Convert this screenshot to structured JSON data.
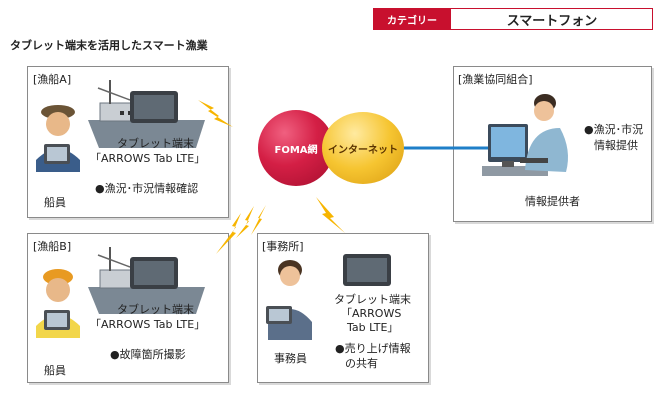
{
  "category": {
    "label": "カテゴリー",
    "value": "スマートフォン"
  },
  "title": "タブレット端末を活用したスマート漁業",
  "boat_a": {
    "label": "[漁船A]",
    "device_line1": "タブレット端末",
    "device_line2": "「ARROWS Tab LTE」",
    "use": "●漁況･市況情報確認",
    "person": "船員"
  },
  "boat_b": {
    "label": "[漁船B]",
    "device_line1": "タブレット端末",
    "device_line2": "「ARROWS Tab LTE」",
    "use": "●故障箇所撮影",
    "person": "船員"
  },
  "office": {
    "label": "[事務所]",
    "device_line1": "タブレット端末",
    "device_line2": "「ARROWS",
    "device_line3": "Tab LTE」",
    "use_line1": "●売り上げ情報",
    "use_line2": "の共有",
    "person": "事務員"
  },
  "coop": {
    "label": "[漁業協同組合]",
    "use_line1": "●漁況･市況",
    "use_line2": "情報提供",
    "person": "情報提供者"
  },
  "network": {
    "foma": "FOMA網",
    "internet": "インターネット"
  },
  "colors": {
    "accent": "#c8102e",
    "foma": "#d41f45",
    "internet": "#f6c531",
    "line": "#1f7fc8",
    "lightning": "#f7b500"
  }
}
